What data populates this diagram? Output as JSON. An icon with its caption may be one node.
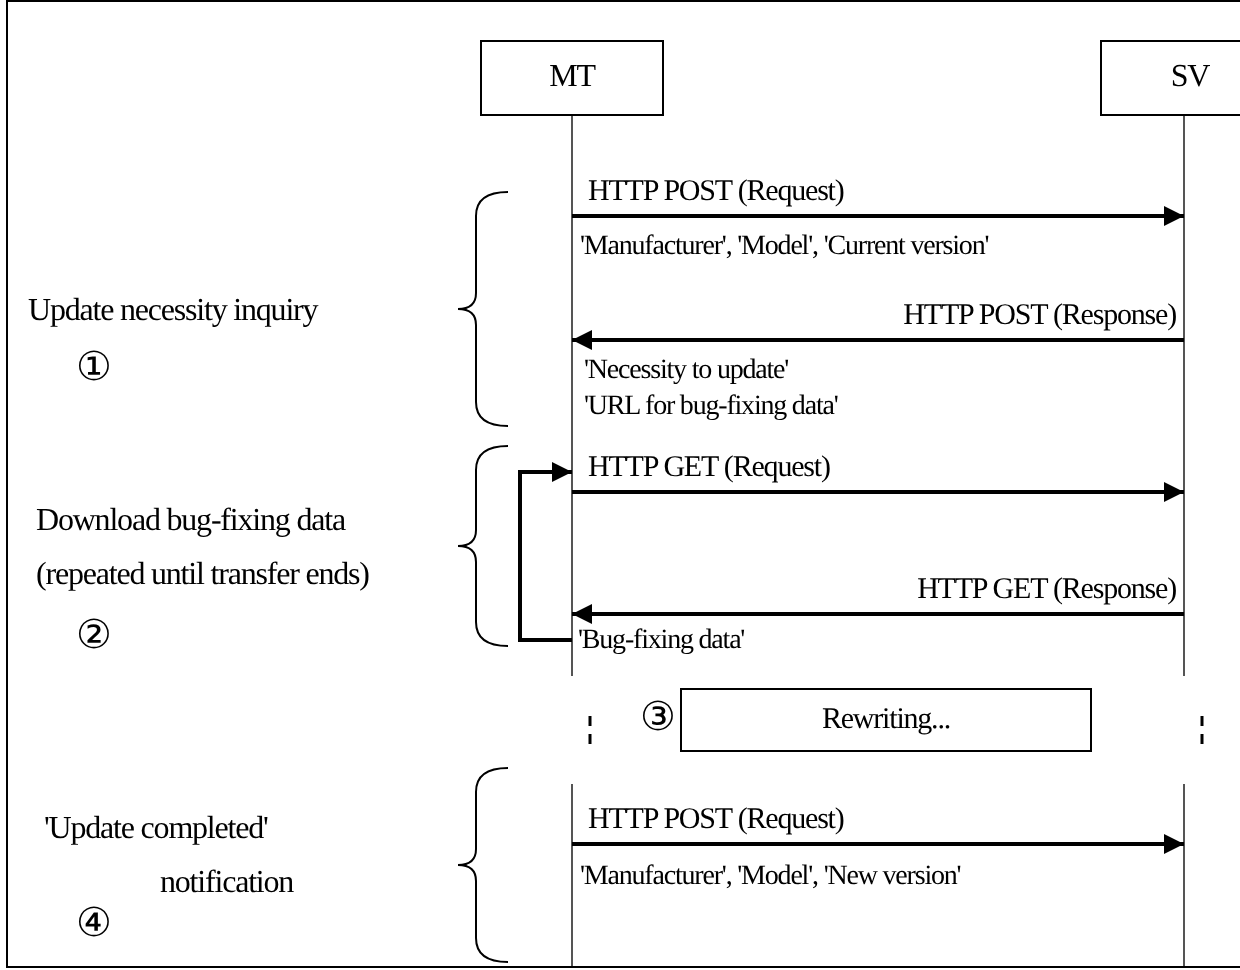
{
  "diagram": {
    "nodes": [
      {
        "text": [
          "MT"
        ]
      },
      {
        "text": [
          "SV"
        ]
      },
      {
        "text": [
          "Rewriting..."
        ],
        "beside": [
          "③"
        ]
      }
    ],
    "edges": [
      {
        "from": 0,
        "to": 1,
        "arrow": "to",
        "label": "HTTP POST (Request)"
      },
      {
        "from": 1,
        "to": 0,
        "arrow": "to",
        "label": "HTTP POST (Response)"
      },
      {
        "from": 0,
        "to": 1,
        "arrow": "to",
        "label": "HTTP GET (Request)"
      },
      {
        "from": 1,
        "to": 0,
        "arrow": "to",
        "label": "HTTP GET (Response)"
      },
      {
        "from": 0,
        "to": 0,
        "arrow": "to"
      },
      {
        "from": 0,
        "to": 1,
        "arrow": "to",
        "label": "HTTP POST (Request)"
      }
    ],
    "labels": [
      "Update necessity inquiry",
      "①",
      "'Manufacturer', 'Model', 'Current version'",
      "'Necessity to update'",
      "'URL for bug-fixing data'",
      "Download bug-fixing data",
      "(repeated until transfer ends)",
      "②",
      "'Bug-fixing data'",
      "'Update completed'",
      "notification",
      "④",
      "'Manufacturer', 'Model', 'New version'"
    ]
  }
}
